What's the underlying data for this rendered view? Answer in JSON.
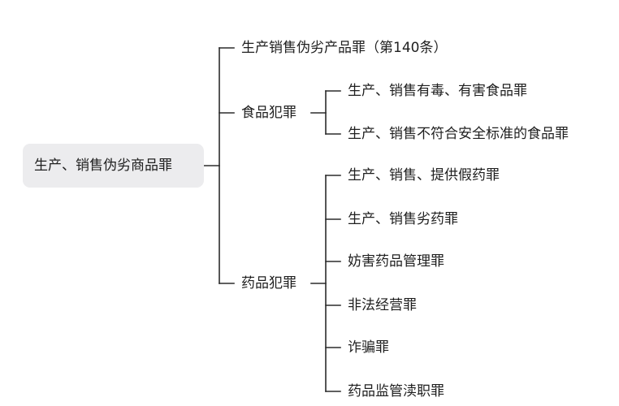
{
  "colors": {
    "line": "#2b2b2b",
    "root_fill": "#ececee",
    "text": "#1f1f1f"
  },
  "root": {
    "label": "生产、销售伪劣商品罪"
  },
  "branches": [
    {
      "label": "生产销售伪劣产品罪（第140条）",
      "children": []
    },
    {
      "label": "食品犯罪",
      "children": [
        "生产、销售有毒、有害食品罪",
        "生产、销售不符合安全标准的食品罪"
      ]
    },
    {
      "label": "药品犯罪",
      "children": [
        "生产、销售、提供假药罪",
        "生产、销售劣药罪",
        "妨害药品管理罪",
        "非法经营罪",
        "诈骗罪",
        "药品监管渎职罪"
      ]
    }
  ]
}
